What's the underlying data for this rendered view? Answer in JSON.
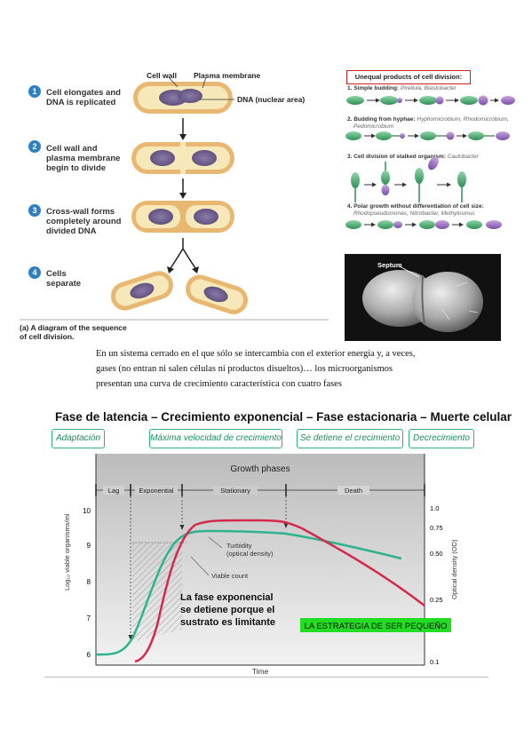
{
  "cell_division": {
    "labels": {
      "cell_wall": "Cell wall",
      "plasma_membrane": "Plasma membrane",
      "dna": "DNA (nuclear area)"
    },
    "steps": [
      {
        "num": "1",
        "text": "Cell elongates and\nDNA is replicated"
      },
      {
        "num": "2",
        "text": "Cell wall and\nplasma membrane\nbegin to divide"
      },
      {
        "num": "3",
        "text": "Cross-wall forms\ncompletely around\ndivided DNA"
      },
      {
        "num": "4",
        "text": "Cells\nseparate"
      }
    ],
    "caption_label": "(a)",
    "caption_text": "A diagram of the sequence",
    "caption_text2": "of cell division."
  },
  "unequal": {
    "title": "Unequal products of cell division:",
    "items": [
      {
        "head": "1. Simple budding:",
        "rest": " Pirellula, Blastobacter"
      },
      {
        "head": "2. Budding from hyphae:",
        "rest": " Hyphomicrobium, Rhodomicrobium,"
      },
      {
        "head": "",
        "rest": "Pedomicrobium"
      },
      {
        "head": "3. Cell division of stalked organism:",
        "rest": " Caulobacter"
      },
      {
        "head": "4. Polar growth without differentiation of cell size:",
        "rest": ""
      },
      {
        "head": "",
        "rest": "Rhodopseudomonas, Nitrobacter, Methylosinus"
      }
    ]
  },
  "micrograph": {
    "label": "Septum"
  },
  "paragraph": {
    "line1": "En un sistema cerrado en el que sólo se intercambia con el exterior energía y, a veces,",
    "line2": "gases (no entran ni salen células ni productos disueltos)… los microorganismos",
    "line3": "presentan una curva de crecimiento característica con cuatro fases"
  },
  "growth": {
    "main_title": "Fase de latencia – Crecimiento exponencial – Fase estacionaria – Muerte celular",
    "boxes": [
      "Adaptación",
      "Máxima velocidad de crecimiento",
      "Se detiene el crecimiento",
      "Decrecimiento"
    ],
    "chart_title": "Growth phases",
    "phases": [
      "Lag",
      "Exponential",
      "Stationary",
      "Death"
    ],
    "left_axis_label": "Log₁₀ viable organisms/ml",
    "right_axis_label": "Optical density (OD)",
    "x_label": "Time",
    "left_ticks": [
      "10",
      "9",
      "8",
      "7",
      "6"
    ],
    "right_ticks": [
      "1.0",
      "0.75",
      "0.50",
      "0.25",
      "0.1"
    ],
    "turbidity_label": "Turbidity",
    "turbidity_sub": "(optical density)",
    "viable_label": "Viable count",
    "annotation_line1": "La fase exponencial",
    "annotation_line2": "se detiene porque el",
    "annotation_line3": "sustrato es limitante",
    "highlight": "LA ESTRATEGIA DE SER PEQUEÑO",
    "colors": {
      "turbidity": "#2fb38f",
      "viable": "#d42a4a",
      "highlight_bg": "#22dd22",
      "box_border": "#2fb37a"
    }
  }
}
